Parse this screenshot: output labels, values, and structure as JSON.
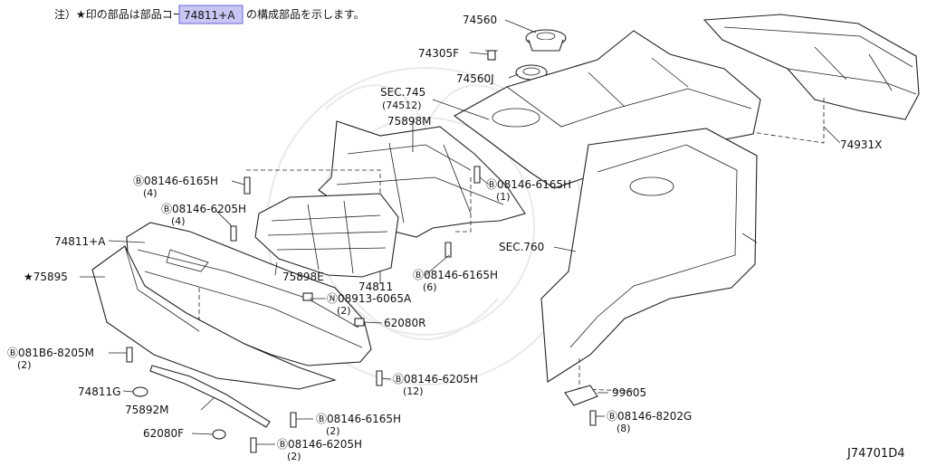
{
  "note": {
    "prefix": "注）★印の部品は部品コード",
    "code": "74811+A",
    "suffix": "の構成部品を示します。"
  },
  "diagram_code": "J74701D4",
  "parts": [
    {
      "id": "74560",
      "qty": ""
    },
    {
      "id": "74305F",
      "qty": ""
    },
    {
      "id": "74560J",
      "qty": ""
    },
    {
      "id": "SEC.745",
      "qty": "(74512)"
    },
    {
      "id": "75898M",
      "qty": ""
    },
    {
      "id": "74931X",
      "qty": ""
    },
    {
      "id": "Ⓑ08146-6165H",
      "qty": "(4)"
    },
    {
      "id": "Ⓑ08146-6205H",
      "qty": "(4)"
    },
    {
      "id": "Ⓑ08146-6165H",
      "qty": "(1)"
    },
    {
      "id": "74811+A",
      "qty": ""
    },
    {
      "id": "SEC.760",
      "qty": ""
    },
    {
      "id": "★75895",
      "qty": ""
    },
    {
      "id": "75898E",
      "qty": ""
    },
    {
      "id": "74811",
      "qty": ""
    },
    {
      "id": "Ⓑ08146-6165H",
      "qty": "(6)"
    },
    {
      "id": "Ⓝ08913-6065A",
      "qty": "(2)"
    },
    {
      "id": "62080R",
      "qty": ""
    },
    {
      "id": "Ⓑ081B6-8205M",
      "qty": "(2)"
    },
    {
      "id": "Ⓑ08146-6205H",
      "qty": "(12)"
    },
    {
      "id": "74811G",
      "qty": ""
    },
    {
      "id": "99605",
      "qty": ""
    },
    {
      "id": "75892M",
      "qty": ""
    },
    {
      "id": "Ⓑ08146-6165H",
      "qty": "(2)"
    },
    {
      "id": "Ⓑ08146-8202G",
      "qty": "(8)"
    },
    {
      "id": "62080F",
      "qty": ""
    },
    {
      "id": "Ⓑ08146-6205H",
      "qty": "(2)"
    }
  ]
}
